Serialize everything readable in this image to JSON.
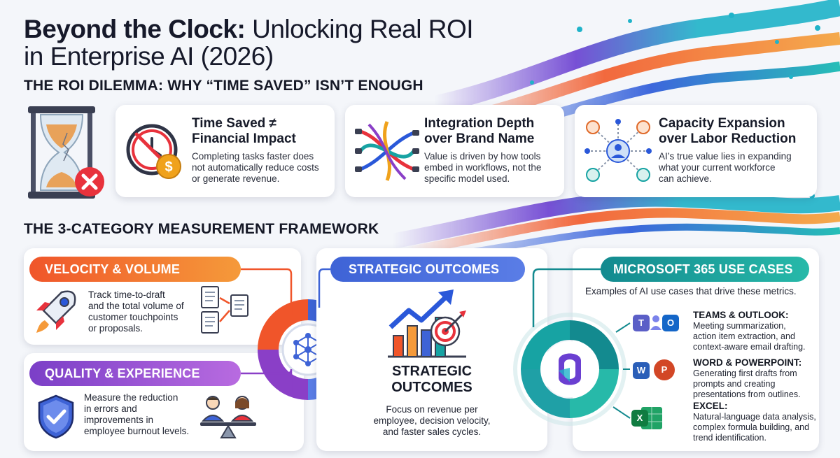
{
  "title": {
    "line1_bold": "Beyond the Clock:",
    "line1_rest": " Unlocking Real ROI",
    "line2": "in Enterprise AI (2026)"
  },
  "dilemma": {
    "heading": "THE ROI DILEMMA: WHY “TIME SAVED” ISN’T ENOUGH",
    "cards": [
      {
        "title_l1": "Time Saved ≠",
        "title_l2": "Financial Impact",
        "desc": [
          "Completing tasks faster does",
          "not automatically reduce costs",
          "or generate revenue."
        ]
      },
      {
        "title_l1": "Integration Depth",
        "title_l2": "over Brand Name",
        "desc": [
          "Value is driven by how tools",
          "embed in workflows, not the",
          "specific model used."
        ]
      },
      {
        "title_l1": "Capacity Expansion",
        "title_l2": "over Labor Reduction",
        "desc": [
          "AI’s true value lies in expanding",
          "what your current workforce",
          "can achieve."
        ]
      }
    ]
  },
  "framework": {
    "heading": "THE 3-CATEGORY MEASUREMENT FRAMEWORK",
    "velocity": {
      "label": "VELOCITY & VOLUME",
      "desc": [
        "Track time-to-draft",
        "and the total volume of",
        "customer touchpoints",
        "or proposals."
      ]
    },
    "quality": {
      "label": "QUALITY & EXPERIENCE",
      "desc": [
        "Measure the reduction",
        "in errors and",
        "improvements in",
        "employee burnout levels."
      ]
    },
    "strategic": {
      "label": "STRATEGIC OUTCOMES",
      "big_l1": "STRATEGIC",
      "big_l2": "OUTCOMES",
      "desc": [
        "Focus on revenue per",
        "employee, decision velocity,",
        "and faster sales cycles."
      ]
    },
    "m365": {
      "label": "MICROSOFT 365 USE CASES",
      "intro": "Examples of AI use cases that drive these metrics.",
      "items": [
        {
          "head": "TEAMS & OUTLOOK:",
          "desc": [
            "Meeting summarization,",
            "action item extraction, and",
            "context-aware email drafting."
          ],
          "tile1": "T",
          "tile2": "O"
        },
        {
          "head": "WORD & POWERPOINT:",
          "desc": [
            "Generating first drafts from",
            "prompts and creating",
            "presentations from outlines."
          ],
          "tile1": "W",
          "tile2": "P"
        },
        {
          "head": "EXCEL:",
          "desc": [
            "Natural-language data analysis,",
            "complex formula building, and",
            "trend identification."
          ],
          "tile1": "X"
        }
      ]
    }
  },
  "colors": {
    "velocity": "#f0552a",
    "quality": "#8a3fc7",
    "strategic": "#3e63d6",
    "m365": "#17a3a3",
    "alert": "#e8323c",
    "dollar": "#f0a21c"
  }
}
